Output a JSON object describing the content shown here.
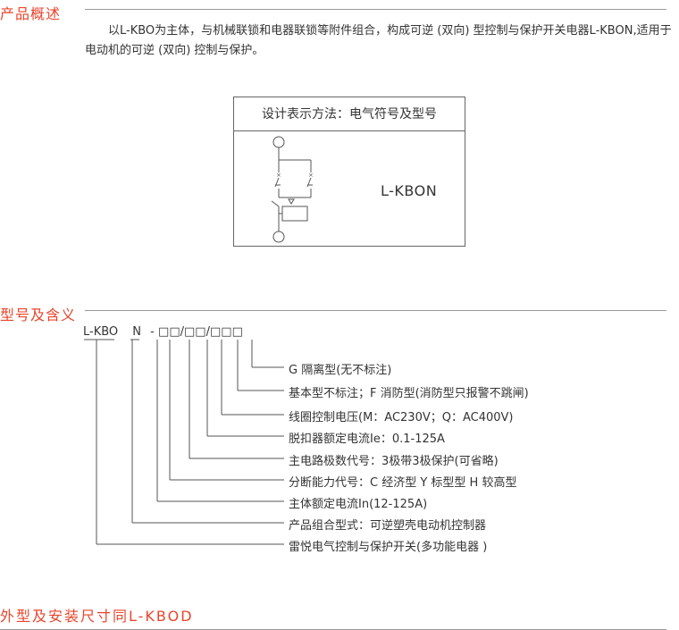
{
  "overview": {
    "title": "产品概述",
    "text": "以L-KBO为主体，与机械联锁和电器联锁等附件组合，构成可逆 (双向) 型控制与保护开关电器L-KBON,适用于电动机的可逆 (双向) 控制与保护。"
  },
  "symbol_box": {
    "header": "设计表示方法：电气符号及型号",
    "model": "L-KBON"
  },
  "model_meaning": {
    "title": "型号及含义",
    "code": {
      "prefix": "L-KBO",
      "n": "N",
      "dash": "-",
      "slash": "/",
      "box": "□"
    },
    "items": [
      "G 隔离型(无不标注)",
      "基本型不标注；F 消防型(消防型只报警不跳闸)",
      "线圈控制电压(M：AC230V；Q：AC400V)",
      "脱扣器额定电流Ie：0.1-125A",
      "主电路极数代号：3极带3极保护(可省略)",
      "分断能力代号：C 经济型  Y 标型型  H 较高型",
      "主体额定电流In(12-125A)",
      "产品组合型式：可逆塑壳电动机控制器",
      "雷悦电气控制与保护开关(多功能电器 )"
    ]
  },
  "dimensions": {
    "title": "外型及安装尺寸同L-KBOD"
  }
}
